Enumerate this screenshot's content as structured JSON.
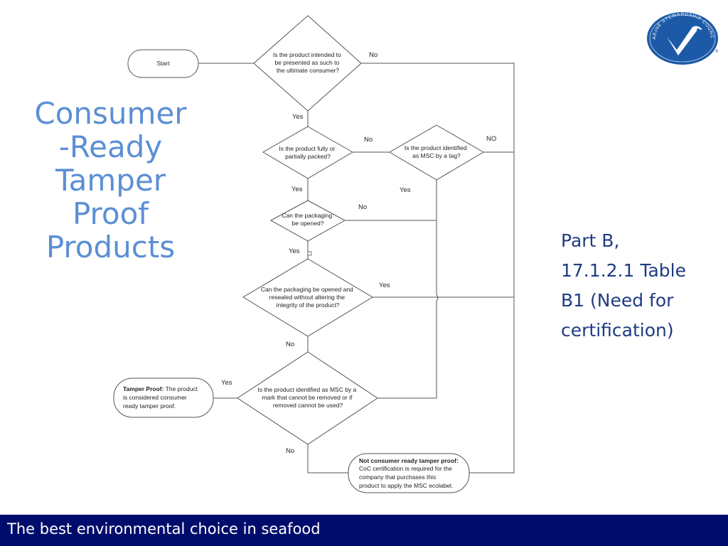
{
  "title_lines": [
    "Consumer",
    "-Ready",
    "Tamper",
    "Proof",
    "Products"
  ],
  "reference_lines": [
    "Part B,",
    "17.1.2.1 Table",
    "B1 (Need for",
    "certification)"
  ],
  "footer_text": "The best environmental choice in seafood",
  "logo": {
    "text": "MARINE STEWARDSHIP COUNCIL",
    "mark": "®"
  },
  "colors": {
    "title": "#5b8fd4",
    "reference": "#1f3b82",
    "footer_bg": "#000c6b",
    "logo_bg": "#1c5aa8"
  },
  "flowchart": {
    "start": "Start",
    "q_intended_lines": [
      "Is the product intended to",
      "be presented as such to",
      "the ultimate consumer?"
    ],
    "q_packed_lines": [
      "Is the product fully or",
      "partially packed?"
    ],
    "q_tag_lines": [
      "Is the product identified",
      "as MSC by a tag?"
    ],
    "q_opened_lines": [
      "Can the packaging",
      "be opened?"
    ],
    "q_resealed_lines": [
      "Can the packaging be opened and",
      "resealed without altering the",
      "integrity of the product?"
    ],
    "q_mark_lines": [
      "Is the product identified as MSC by a",
      "mark that cannot be removed or if",
      "removed cannot be used?"
    ],
    "tamper_proof": {
      "bold": "Tamper Proof:",
      "rest_first": " The product",
      "lines": [
        "is considered consumer",
        "ready tamper proof."
      ]
    },
    "not_tamper_proof": {
      "bold": "Not consumer ready tamper proof:",
      "lines": [
        "CoC certification is required for the",
        "company that purchases this",
        "product to apply the MSC ecolabel."
      ]
    },
    "labels": {
      "no_intended": "No",
      "yes_intended": "Yes",
      "no_packed": "No",
      "no_tag": "NO",
      "yes_packed": "Yes",
      "yes_tag": "Yes",
      "no_opened": "No",
      "yes_opened": "Yes",
      "yes_resealed": "Yes",
      "no_resealed": "No",
      "yes_mark": "Yes",
      "no_mark": "No"
    }
  }
}
